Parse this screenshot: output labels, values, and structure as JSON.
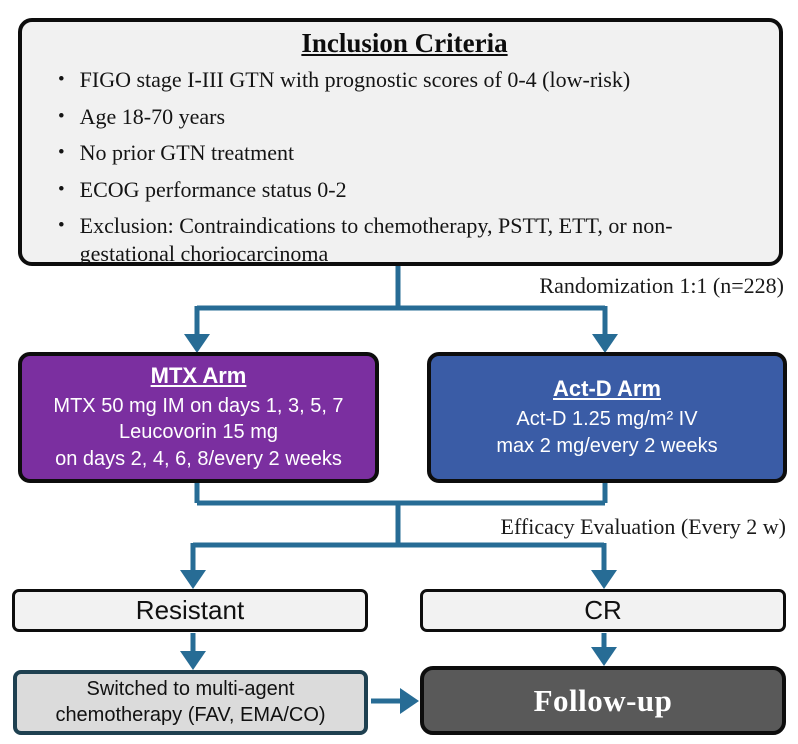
{
  "colors": {
    "arrow": "#276C95",
    "mtx_fill": "#7B2FA0",
    "actd_fill": "#3A5CA6",
    "followup_fill": "#595959",
    "light_fill": "#F1F1F1",
    "switched_fill": "#DBDBDB",
    "switched_border": "#1E4050"
  },
  "inclusion_box": {
    "title": "Inclusion Criteria",
    "bullets": [
      "FIGO stage I-III GTN with prognostic scores of 0-4 (low-risk)",
      "Age 18-70 years",
      "No prior GTN treatment",
      "ECOG performance status 0-2",
      "Exclusion: Contraindications to chemotherapy, PSTT, ETT, or non-gestational choriocarcinoma"
    ]
  },
  "labels": {
    "randomization": "Randomization 1:1 (n=228)",
    "efficacy": "Efficacy Evaluation (Every 2 w)"
  },
  "mtx_arm": {
    "title": "MTX Arm",
    "lines": [
      "MTX 50 mg IM on days 1, 3, 5, 7",
      "Leucovorin 15 mg",
      "on days 2, 4, 6, 8/every 2 weeks"
    ]
  },
  "actd_arm": {
    "title": "Act-D Arm",
    "lines": [
      "Act-D 1.25 mg/m² IV",
      "max 2 mg/every 2 weeks"
    ]
  },
  "outcomes": {
    "resistant": "Resistant",
    "cr": "CR"
  },
  "bottom": {
    "switched_lines": [
      "Switched to multi-agent",
      "chemotherapy (FAV, EMA/CO)"
    ],
    "followup": "Follow-up"
  }
}
